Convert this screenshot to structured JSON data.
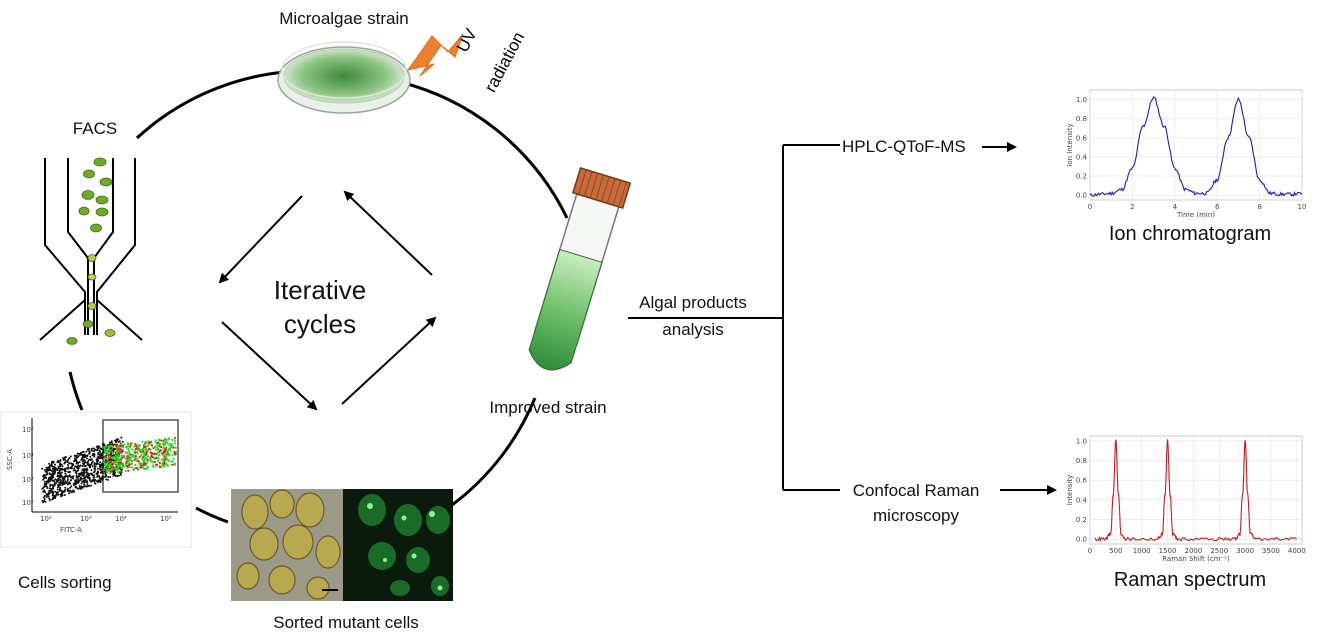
{
  "labels": {
    "microalgae_strain": "Microalgae strain",
    "uv": "UV",
    "radiation": "radiation",
    "facs": "FACS",
    "iterative": "Iterative",
    "cycles": "cycles",
    "improved_strain": "Improved strain",
    "sorted_mutant_cells": "Sorted mutant cells",
    "cells_sorting": "Cells sorting",
    "algal_products": "Algal products",
    "analysis": "analysis",
    "hplc": "HPLC-QToF-MS",
    "confocal": "Confocal Raman",
    "microscopy": "microscopy",
    "ion_chromatogram": "Ion chromatogram",
    "raman_spectrum": "Raman spectrum",
    "flow_ylabel": "SSC-A",
    "flow_xlabel": "FITC-A"
  },
  "chart_data": [
    {
      "type": "line",
      "xlabel": "Time (min)",
      "ylabel": "Ion Intensity",
      "xlim": [
        0,
        10
      ],
      "ylim": [
        -0.05,
        1.1
      ],
      "xticks": [
        "0",
        "2",
        "4",
        "6",
        "8",
        "10"
      ],
      "yticks": [
        "0.0",
        "0.2",
        "0.4",
        "0.6",
        "0.8",
        "1.0"
      ],
      "grid": true,
      "series_color": "#1a1acc",
      "x": [
        0,
        0.5,
        1,
        1.5,
        2,
        2.5,
        3,
        3.5,
        4,
        4.5,
        5,
        5.5,
        6,
        6.5,
        7,
        7.5,
        8,
        8.5,
        9,
        9.5,
        10
      ],
      "values": [
        0.0,
        0.01,
        0.02,
        0.06,
        0.28,
        0.72,
        1.02,
        0.72,
        0.28,
        0.06,
        0.02,
        0.02,
        0.16,
        0.6,
        1.0,
        0.6,
        0.16,
        0.02,
        0.01,
        0.01,
        0.02
      ]
    },
    {
      "type": "line",
      "xlabel": "Raman Shift (cm⁻¹)",
      "ylabel": "Intensity",
      "xlim": [
        0,
        4100
      ],
      "ylim": [
        -0.05,
        1.05
      ],
      "xticks": [
        "0",
        "500",
        "1000",
        "1500",
        "2000",
        "2500",
        "3000",
        "3500",
        "4000"
      ],
      "yticks": [
        "0.0",
        "0.2",
        "0.4",
        "0.6",
        "0.8",
        "1.0"
      ],
      "grid": true,
      "series_color": "#cc1a1a",
      "x": [
        100,
        300,
        400,
        450,
        500,
        550,
        600,
        700,
        1000,
        1300,
        1400,
        1450,
        1500,
        1550,
        1600,
        1700,
        2000,
        2500,
        2800,
        2900,
        2950,
        3000,
        3050,
        3100,
        3200,
        3600,
        4000
      ],
      "values": [
        0.0,
        0.0,
        0.05,
        0.45,
        1.02,
        0.45,
        0.05,
        0.0,
        0.0,
        0.0,
        0.05,
        0.45,
        1.0,
        0.45,
        0.05,
        0.0,
        0.0,
        0.0,
        0.0,
        0.05,
        0.45,
        1.0,
        0.45,
        0.05,
        0.0,
        0.0,
        0.0
      ]
    }
  ]
}
